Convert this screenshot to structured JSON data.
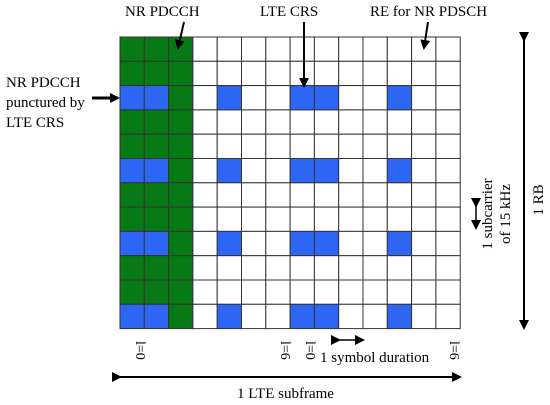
{
  "labels": {
    "nr_pdcch": "NR PDCCH",
    "lte_crs": "LTE CRS",
    "re_for_nr_pdsch": "RE for NR PDSCH",
    "punctured_line1": "NR PDCCH",
    "punctured_line2": "punctured by",
    "punctured_line3": "LTE CRS",
    "one_rb": "1 RB",
    "subcarrier_line1": "1 subcarrier",
    "subcarrier_line2": "of 15 kHz",
    "symbol_duration": "1 symbol duration",
    "lte_subframe": "1 LTE subframe",
    "symbol_index_labels": [
      "l=0",
      "l=6",
      "l=0",
      "l=6"
    ]
  },
  "grid": {
    "symbols": 14,
    "subcarriers": 12,
    "nr_pdcch_symbols": [
      0,
      1,
      2
    ],
    "crs_symbols": [
      0,
      4,
      7,
      11
    ],
    "crs_rows_group_a": [
      2,
      8
    ],
    "crs_rows_group_b": [
      5,
      11
    ],
    "crs_symbols_group_a": [
      0,
      1,
      4,
      7,
      8,
      11
    ],
    "crs_symbols_group_b": [
      0,
      1,
      4,
      7,
      8,
      11
    ]
  },
  "colors": {
    "nr_pdcch": "#087a15",
    "lte_crs": "#2d66f4",
    "empty_re": "#ffffff",
    "grid_line": "#333333"
  }
}
